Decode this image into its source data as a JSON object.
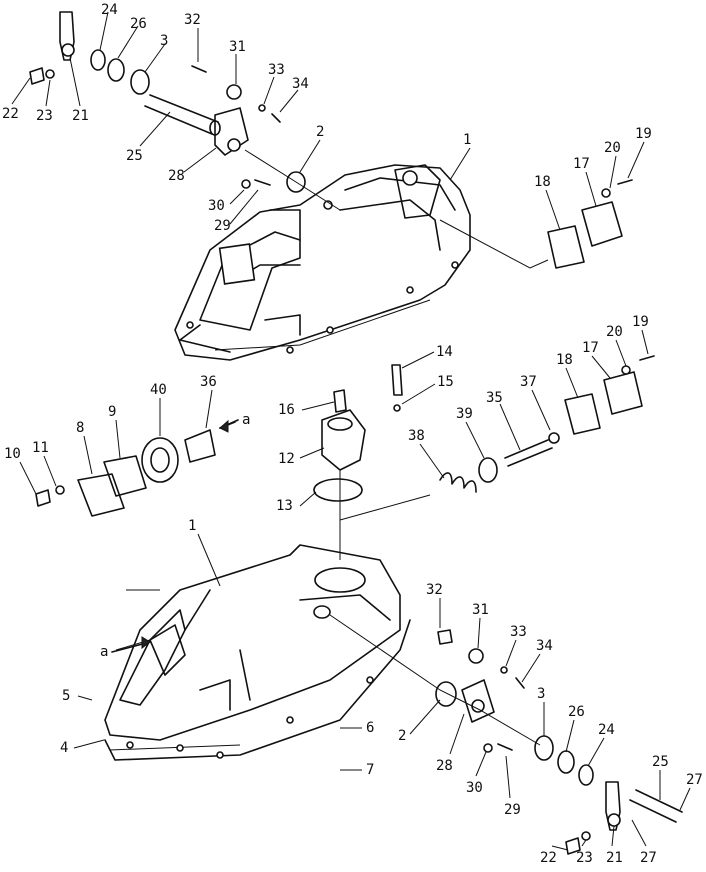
{
  "diagram": {
    "labels": [
      "24",
      "26",
      "3",
      "32",
      "31",
      "33",
      "34",
      "22",
      "23",
      "21",
      "25",
      "2",
      "28",
      "30",
      "29",
      "1",
      "18",
      "17",
      "20",
      "19",
      "14",
      "16",
      "15",
      "35",
      "37",
      "12",
      "13",
      "38",
      "39",
      "40",
      "36",
      "a",
      "9",
      "8",
      "10",
      "11",
      "1",
      "a",
      "5",
      "4",
      "6",
      "7",
      "32",
      "31",
      "33",
      "34",
      "2",
      "28",
      "3",
      "26",
      "24",
      "30",
      "29",
      "25",
      "27",
      "22",
      "23",
      "21",
      "27",
      "18",
      "17",
      "20",
      "19"
    ]
  }
}
